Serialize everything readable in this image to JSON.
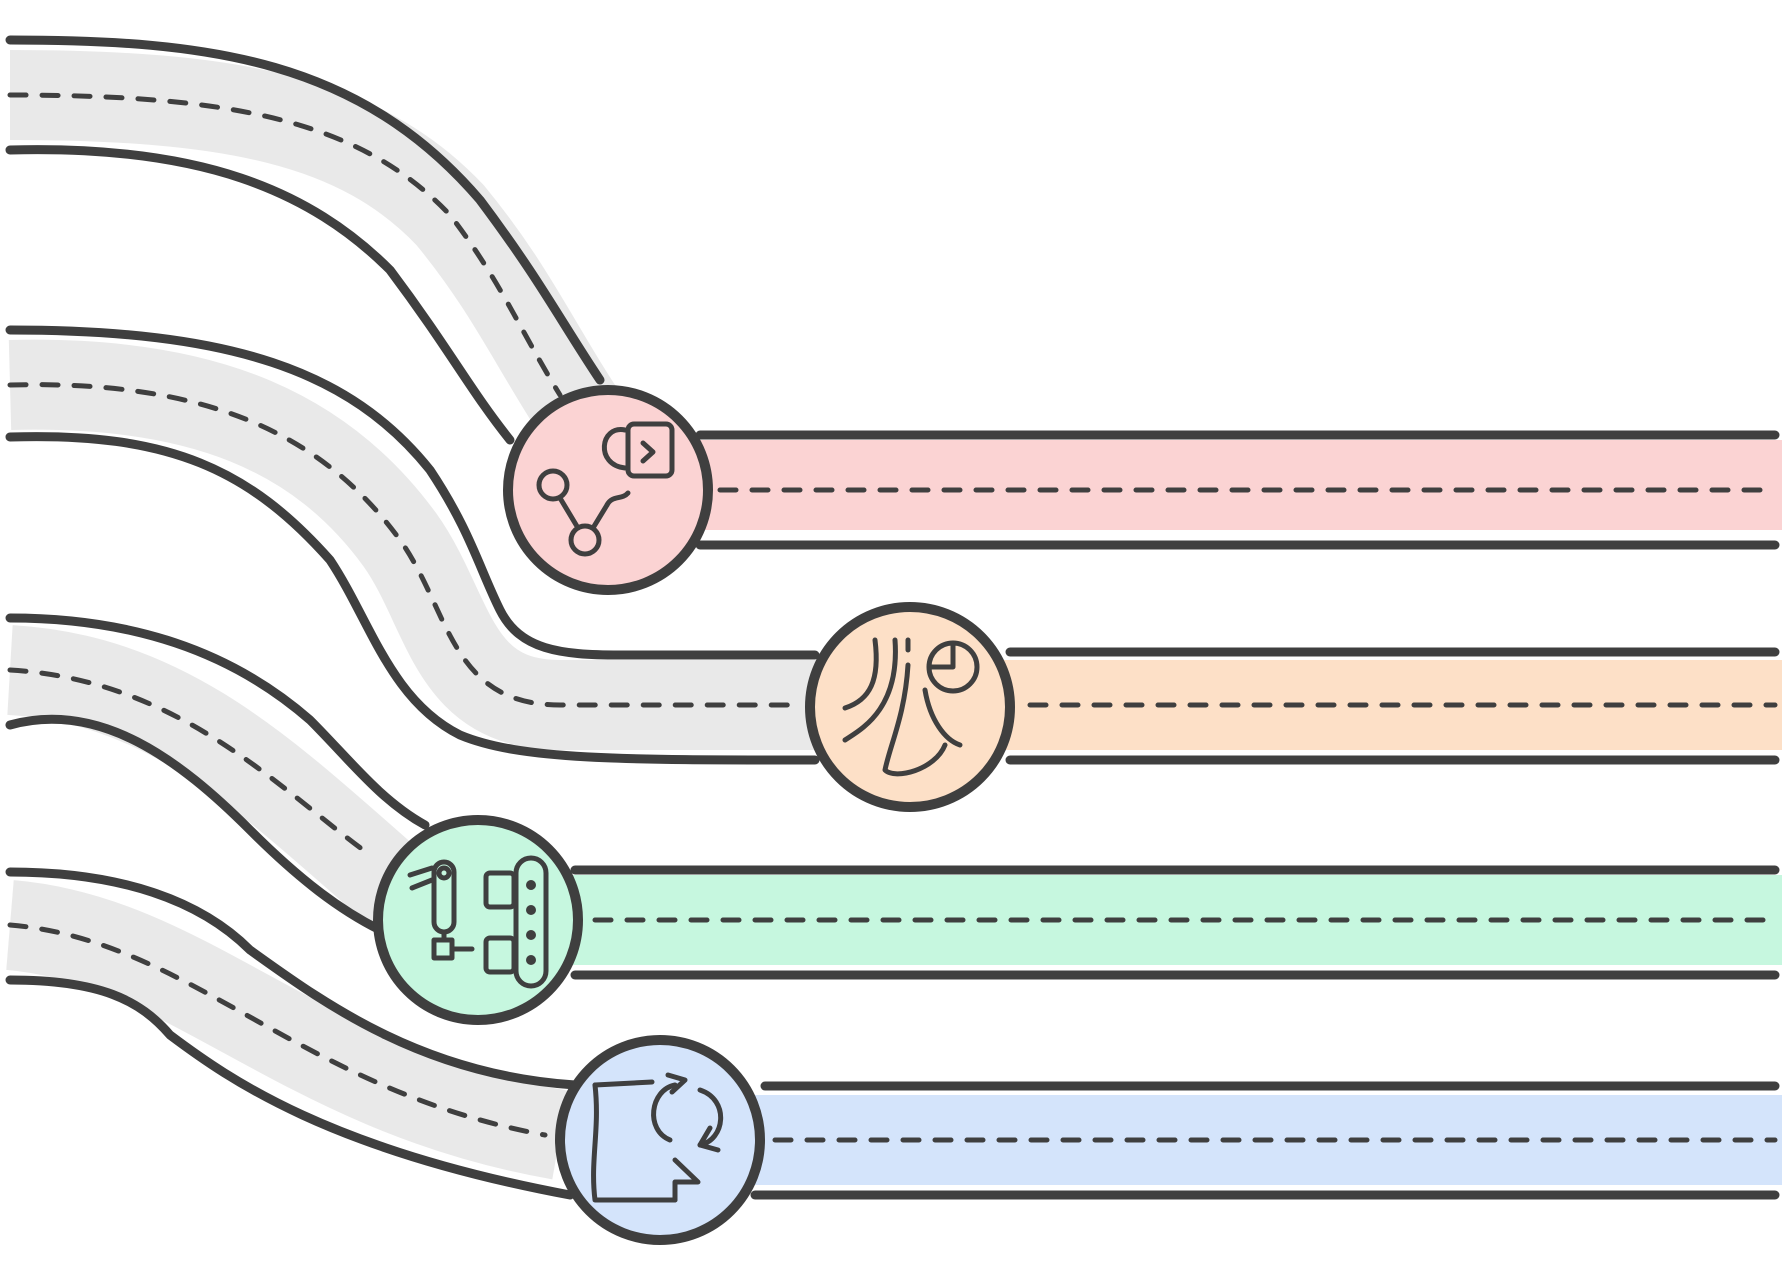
{
  "colors": {
    "outline": "#3f3f3f",
    "gray_road": "#e9e9e9",
    "stream_1": "#fbd3d3",
    "stream_2": "#fde0c7",
    "stream_3": "#c6f7df",
    "stream_4": "#d4e4fb"
  },
  "streams": [
    {
      "name": "stream-1",
      "color_key": "stream_1",
      "icon": "git-network-and-terminal-icon"
    },
    {
      "name": "stream-2",
      "color_key": "stream_2",
      "icon": "analytics-flow-pie-icon"
    },
    {
      "name": "stream-3",
      "color_key": "stream_3",
      "icon": "robot-arm-conveyor-icon"
    },
    {
      "name": "stream-4",
      "color_key": "stream_4",
      "icon": "refresh-document-icon"
    }
  ]
}
